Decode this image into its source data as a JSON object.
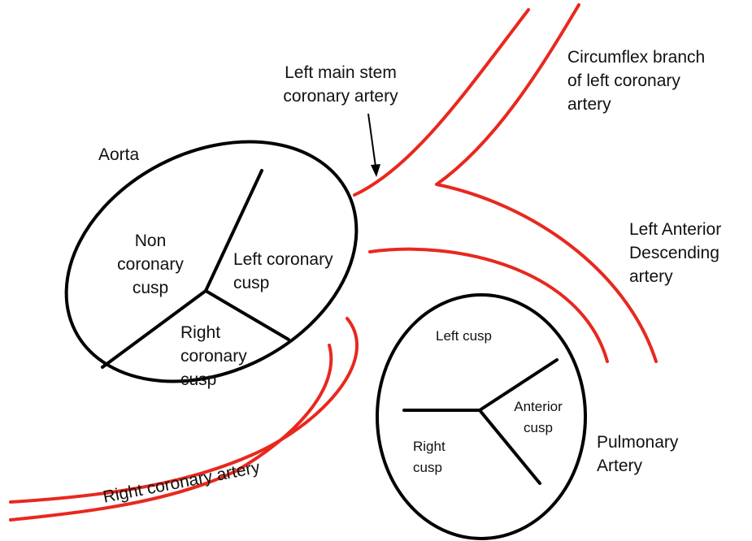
{
  "colors": {
    "vessel": "#e8281e",
    "outline": "#000000",
    "text": "#111111",
    "background": "#ffffff"
  },
  "labels": {
    "aorta": "Aorta",
    "left_main_stem": [
      "Left main stem",
      "coronary artery"
    ],
    "circumflex": [
      "Circumflex branch",
      "of left coronary",
      "artery"
    ],
    "lad": [
      "Left Anterior",
      "Descending",
      "artery"
    ],
    "non_coronary_cusp": [
      "Non",
      "coronary",
      "cusp"
    ],
    "left_coronary_cusp": [
      "Left coronary",
      "cusp"
    ],
    "right_coronary_cusp": [
      "Right",
      "coronary",
      "cusp"
    ],
    "pulmonary_artery": [
      "Pulmonary",
      "Artery"
    ],
    "pa_left_cusp": "Left cusp",
    "pa_anterior_cusp": [
      "Anterior",
      "cusp"
    ],
    "pa_right_cusp": [
      "Right",
      "cusp"
    ],
    "right_coronary_artery": "Right coronary artery"
  }
}
